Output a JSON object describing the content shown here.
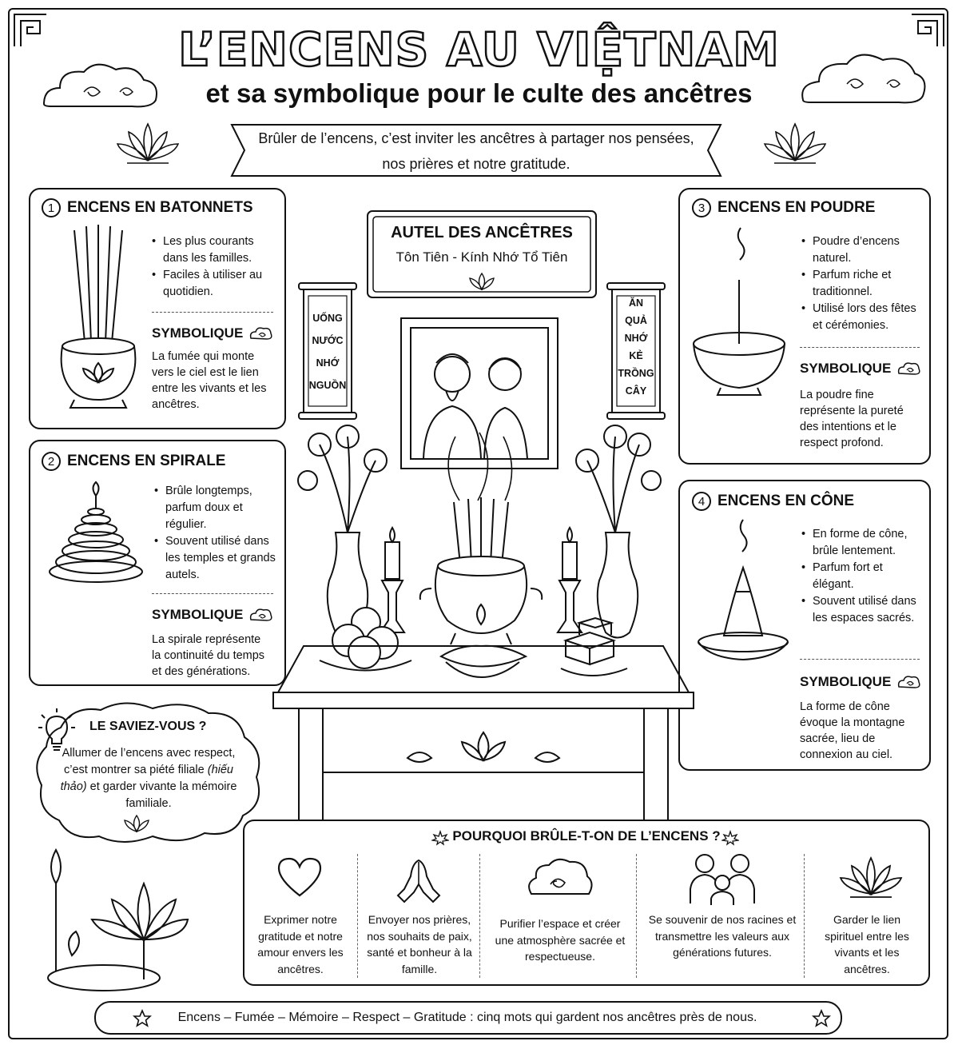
{
  "header": {
    "title": "L’ENCENS AU VIỆTNAM",
    "subtitle": "et sa symbolique pour le culte des ancêtres",
    "banner_line1": "Brûler de l’encens, c’est inviter les ancêtres à partager nos pensées,",
    "banner_line2": "nos prières et notre gratitude."
  },
  "altar": {
    "title": "AUTEL DES ANCÊTRES",
    "subtitle": "Tôn Tiên - Kính Nhớ Tổ Tiên",
    "scroll_left": [
      "UỐNG",
      "NƯỚC",
      "NHỚ",
      "NGUỒN"
    ],
    "scroll_right": [
      "ĂN",
      "QUẢ",
      "NHỚ",
      "KẺ",
      "TRỒNG",
      "CÂY"
    ]
  },
  "cards": [
    {
      "number": "1",
      "title": "ENCENS EN BATONNETS",
      "bullets": [
        "Les plus courants dans les familles.",
        "Faciles à utiliser au quotidien."
      ],
      "symbol_label": "SYMBOLIQUE",
      "symbol_text": "La fumée qui monte vers le ciel est le lien entre les vivants et les ancêtres."
    },
    {
      "number": "2",
      "title": "ENCENS EN SPIRALE",
      "bullets": [
        "Brûle longtemps, parfum doux et régulier.",
        "Souvent utilisé dans les temples et grands autels."
      ],
      "symbol_label": "SYMBOLIQUE",
      "symbol_text": "La spirale représente la continuité du temps et des générations."
    },
    {
      "number": "3",
      "title": "ENCENS EN POUDRE",
      "bullets": [
        "Poudre d’encens naturel.",
        "Parfum riche et traditionnel.",
        "Utilisé lors des fêtes et cérémonies."
      ],
      "symbol_label": "SYMBOLIQUE",
      "symbol_text": "La poudre fine représente la pureté des intentions et le respect profond."
    },
    {
      "number": "4",
      "title": "ENCENS EN CÔNE",
      "bullets": [
        "En forme de cône, brûle lentement.",
        "Parfum fort et élégant.",
        "Souvent utilisé dans les espaces sacrés."
      ],
      "symbol_label": "SYMBOLIQUE",
      "symbol_text": "La forme de cône évoque la montagne sacrée, lieu de connexion au ciel."
    }
  ],
  "fact": {
    "title": "LE SAVIEZ-VOUS ?",
    "text_before": "Allumer de l’encens avec respect, c’est montrer sa piété filiale",
    "text_italic": "(hiếu thảo)",
    "text_after": "et garder vivante la mémoire familiale."
  },
  "why": {
    "title": "POURQUOI BRÛLE-T-ON DE L’ENCENS ?",
    "items": [
      {
        "icon": "heart-icon",
        "text": "Exprimer notre gratitude et notre amour envers les ancêtres."
      },
      {
        "icon": "praying-hands-icon",
        "text": "Envoyer nos prières, nos souhaits de paix, santé et bonheur à la famille."
      },
      {
        "icon": "cloud-icon",
        "text": "Purifier l’espace et créer une atmosphère sacrée et respectueuse."
      },
      {
        "icon": "family-icon",
        "text": "Se souvenir de nos racines et transmettre les valeurs aux générations futures."
      },
      {
        "icon": "lotus-icon",
        "text": "Garder le lien spirituel entre les vivants et les ancêtres."
      }
    ]
  },
  "footer": {
    "text": "Encens – Fumée – Mémoire – Respect – Gratitude : cinq mots qui gardent nos ancêtres près de nous."
  }
}
